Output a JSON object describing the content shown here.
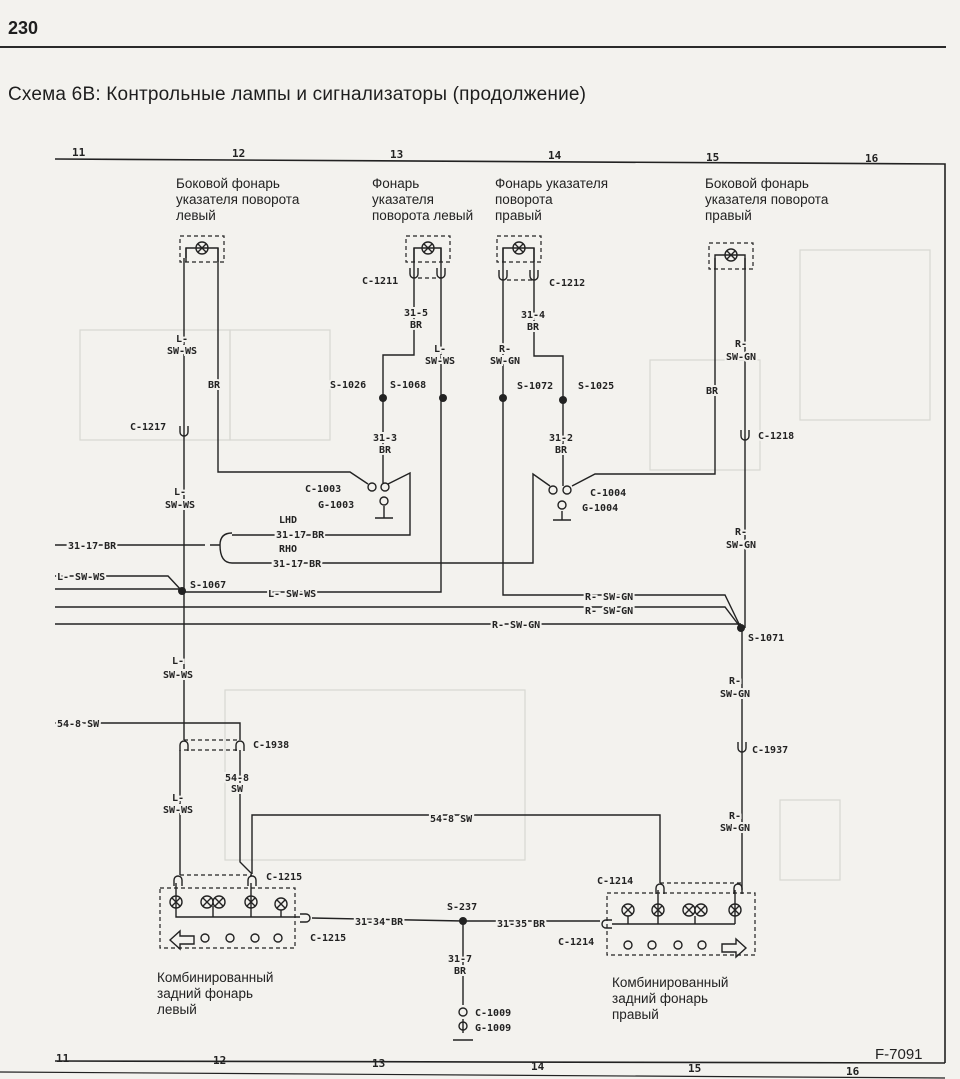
{
  "page_number": "230",
  "title": "Схема 6В: Контрольные лампы и сигнализаторы (продолжение)",
  "figure_id": "F-7091",
  "grid_columns_top": [
    "11",
    "12",
    "13",
    "14",
    "15",
    "16"
  ],
  "grid_columns_bottom": [
    "11",
    "12",
    "13",
    "14",
    "15",
    "16"
  ],
  "components": {
    "side_lamp_left": [
      "Боковой фонарь",
      "указателя поворота",
      "левый"
    ],
    "turn_lamp_left": [
      "Фонарь",
      "указателя",
      "поворота левый"
    ],
    "turn_lamp_right": [
      "Фонарь указателя",
      "поворота",
      "правый"
    ],
    "side_lamp_right": [
      "Боковой фонарь",
      "указателя поворота",
      "правый"
    ],
    "rear_lamp_left": [
      "Комбинированный",
      "задний фонарь",
      "левый"
    ],
    "rear_lamp_right": [
      "Комбинированный",
      "задний фонарь",
      "правый"
    ]
  },
  "labels": [
    "L-",
    "SW-WS",
    "BR",
    "C-1217",
    "L-",
    "SW-WS",
    "C-1211",
    "31-5",
    "BR",
    "L-",
    "SW-WS",
    "S-1026",
    "S-1068",
    "31-3",
    "BR",
    "C-1003",
    "G-1003",
    "LHD",
    "31-17 BR",
    "31-17 BR",
    "RHO",
    "31-17 BR",
    "L- SW-WS",
    "S-1067",
    "L- SW-WS",
    "R- SW-GN",
    "R- SW-GN",
    "R- SW-GN",
    "C-1212",
    "31-4",
    "BR",
    "R-",
    "SW-GN",
    "S-1072",
    "S-1025",
    "31-2",
    "BR",
    "C-1004",
    "G-1004",
    "R-",
    "SW-GN",
    "BR",
    "C-1218",
    "R-",
    "SW-GN",
    "S-1071",
    "R-",
    "SW-GN",
    "C-1937",
    "R-",
    "SW-GN",
    "L-",
    "SW-WS",
    "54-8 SW",
    "C-1938",
    "54-8",
    "SW",
    "L-",
    "SW-WS",
    "54-8 SW",
    "C-1215",
    "C-1215",
    "31-34 BR",
    "S-237",
    "31-35 BR",
    "31-7",
    "BR",
    "C-1009",
    "G-1009",
    "C-1214",
    "C-1214"
  ]
}
